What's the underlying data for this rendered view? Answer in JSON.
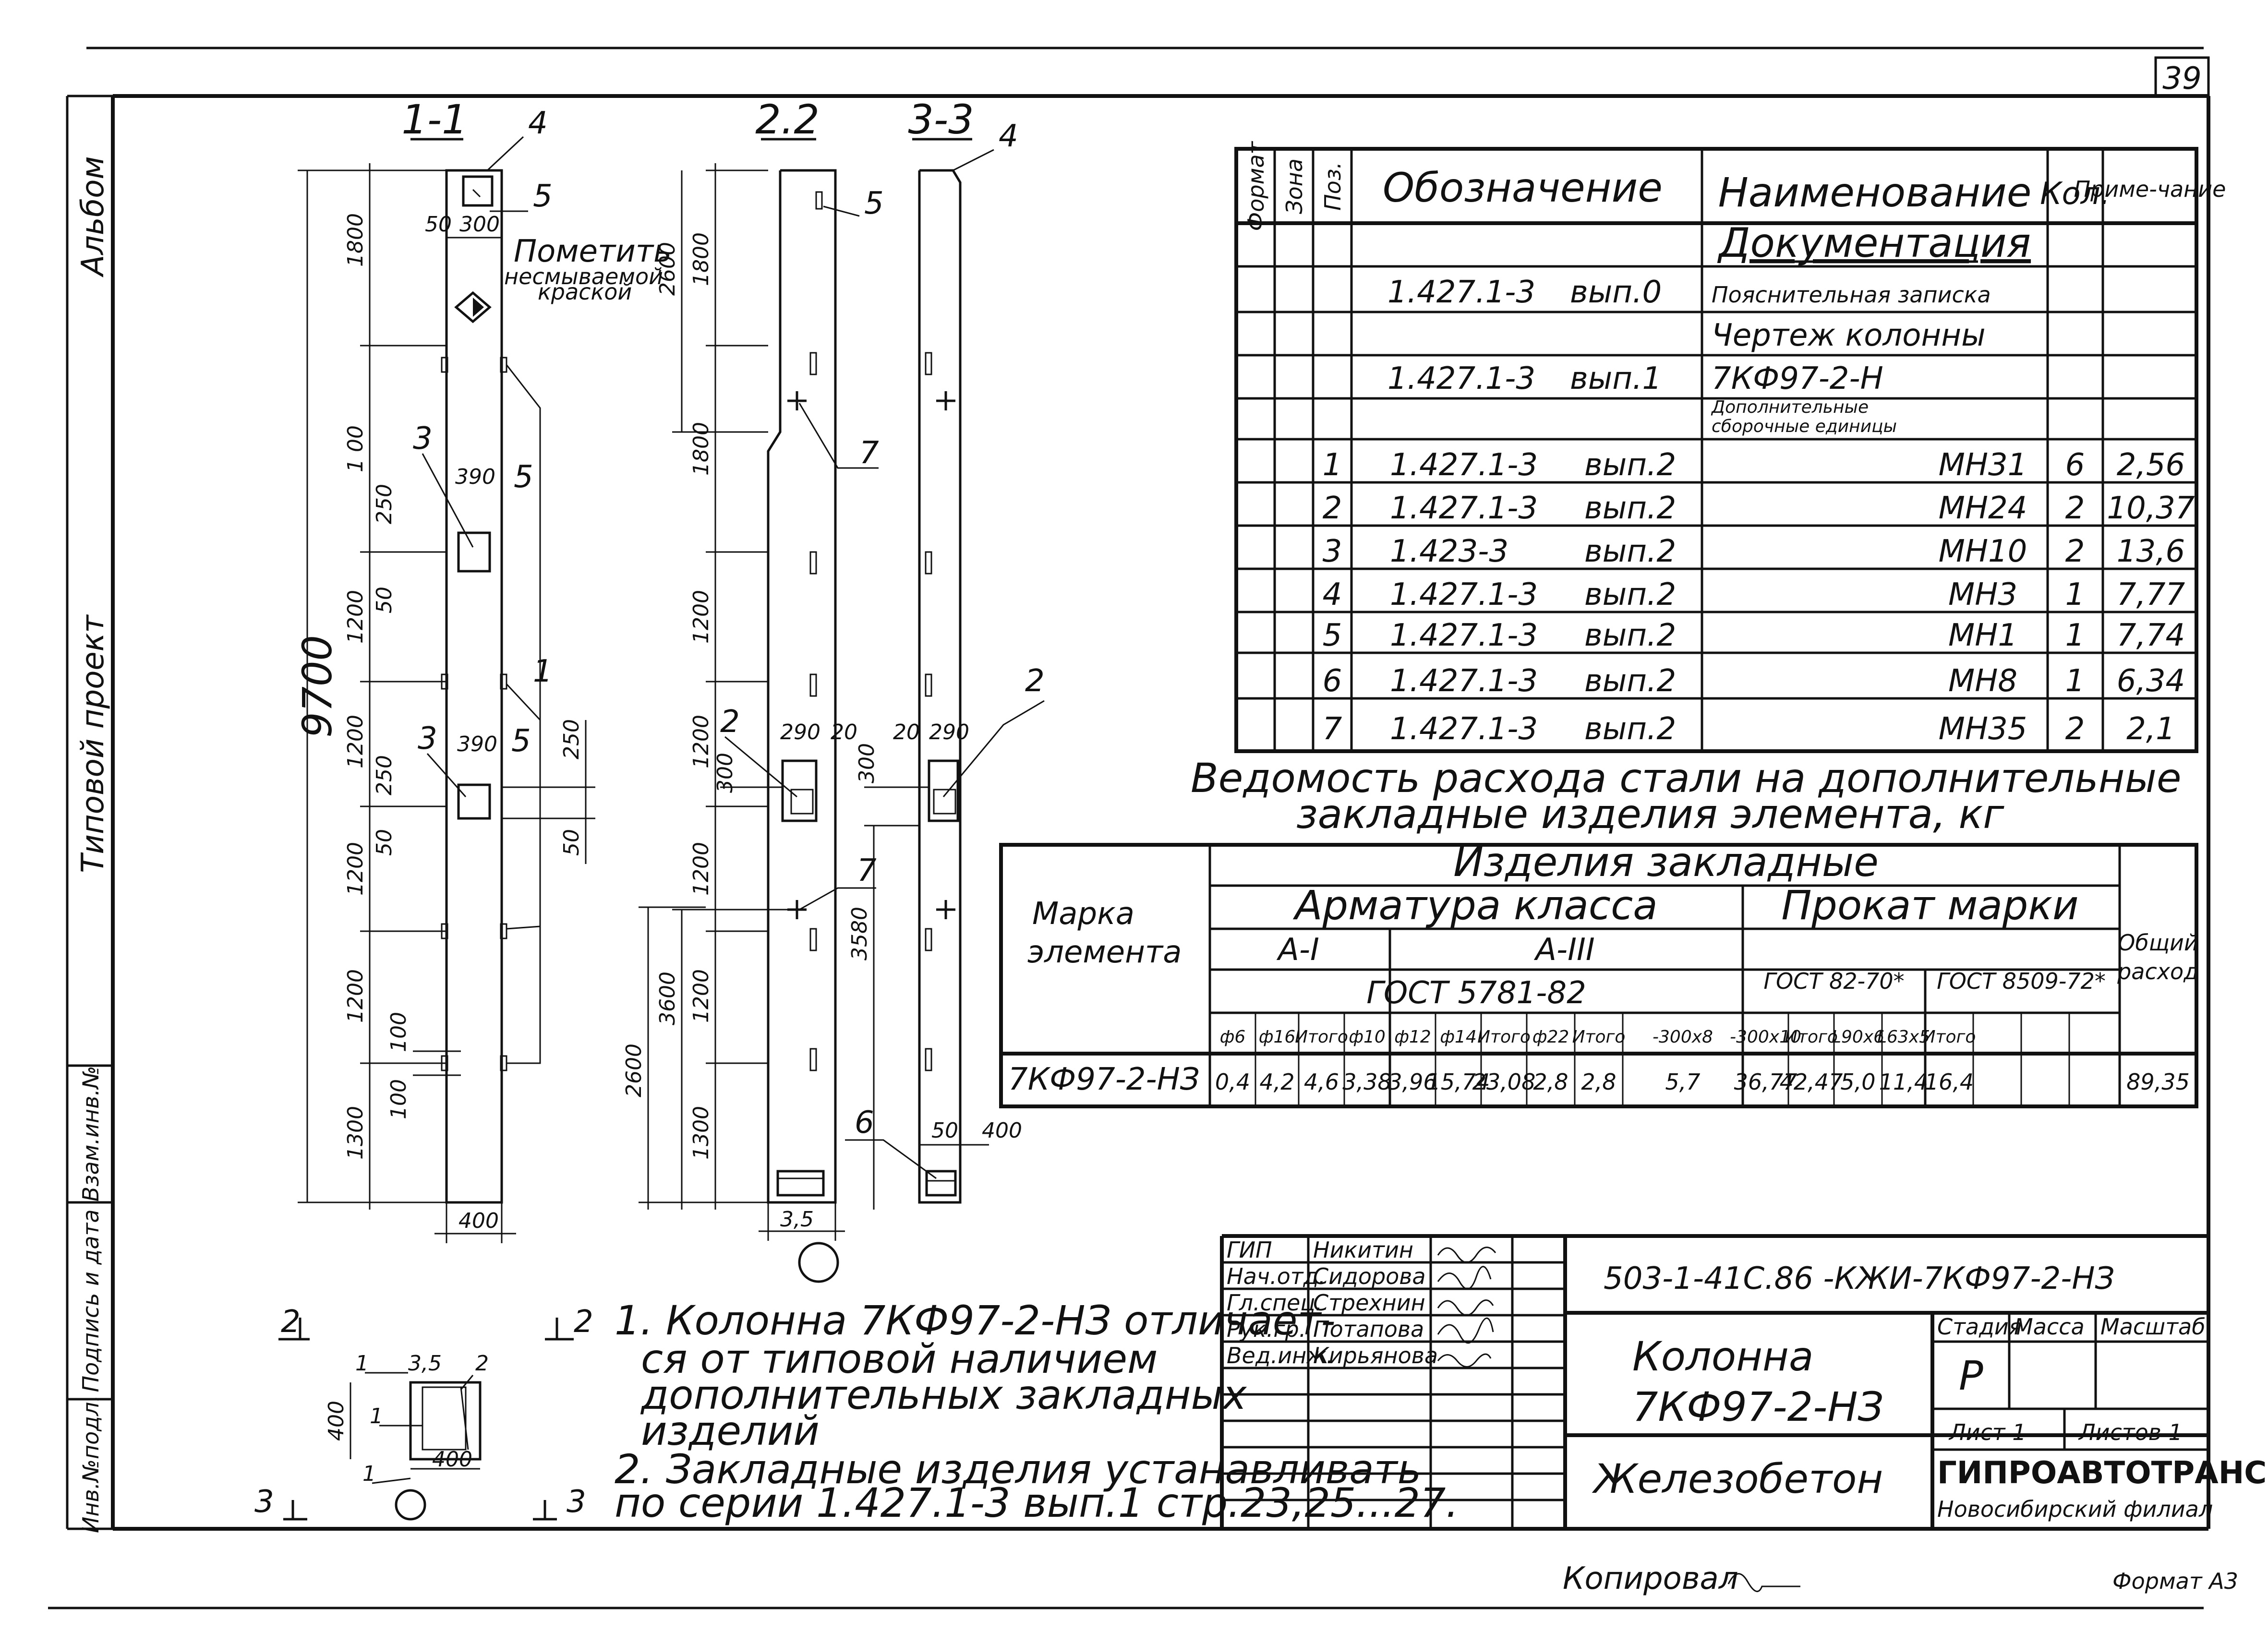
{
  "sheet_number": "39",
  "side_labels": {
    "album": "Альбом",
    "project": "Типовой проект",
    "inv_podl": "Инв.№подл.",
    "podpis_data": "Подпись и дата",
    "vzam_inv": "Взам.инв.№"
  },
  "drawing": {
    "sections": [
      "1-1",
      "2.2",
      "3-3"
    ],
    "note_mark": "Пометить несмываемой краской",
    "total_height": "9700",
    "dims_11": [
      "1800",
      "1 00",
      "1200",
      "1200",
      "1200",
      "1200",
      "1300"
    ],
    "dims_22a": [
      "2600",
      "1800",
      "1200",
      "1200",
      "1200",
      "1200",
      "1300"
    ],
    "dims_22b": [
      "3580",
      "3600",
      "2600"
    ],
    "small_dims": [
      "50",
      "300",
      "390",
      "250",
      "50",
      "250",
      "390",
      "50",
      "250",
      "50",
      "100",
      "100",
      "290",
      "20",
      "300",
      "20",
      "290",
      "300",
      "50",
      "400",
      "400",
      "400",
      "3,5",
      "400"
    ],
    "pos_markers": [
      "4",
      "5",
      "3",
      "5",
      "3",
      "5",
      "1",
      "5",
      "7",
      "2",
      "2",
      "7",
      "6",
      "4",
      "1",
      "2",
      "1",
      "1"
    ],
    "section_arrows": [
      "2",
      "2",
      "3",
      "3"
    ]
  },
  "spec_table": {
    "headers": [
      "Формат",
      "Зона",
      "Поз.",
      "Обозначение",
      "Наименование",
      "Кол.",
      "Приме-чание"
    ],
    "section_title": "Документация",
    "doc_rows": [
      {
        "code": "1.427.1-3",
        "issue": "вып.0",
        "name": "Пояснительная записка"
      },
      {
        "code": "",
        "issue": "",
        "name": "Чертеж колонны"
      },
      {
        "code": "1.427.1-3",
        "issue": "вып.1",
        "name": "7КФ97-2-Н"
      }
    ],
    "subsection_title": "Дополнительные сборочные единицы",
    "rows": [
      {
        "pos": "1",
        "code": "1.427.1-3",
        "issue": "вып.2",
        "name": "МН31",
        "qty": "6",
        "note": "2,56"
      },
      {
        "pos": "2",
        "code": "1.427.1-3",
        "issue": "вып.2",
        "name": "МН24",
        "qty": "2",
        "note": "10,37"
      },
      {
        "pos": "3",
        "code": "1.423-3",
        "issue": "вып.2",
        "name": "МН10",
        "qty": "2",
        "note": "13,6"
      },
      {
        "pos": "4",
        "code": "1.427.1-3",
        "issue": "вып.2",
        "name": "МН3",
        "qty": "1",
        "note": "7,77"
      },
      {
        "pos": "5",
        "code": "1.427.1-3",
        "issue": "вып.2",
        "name": "МН1",
        "qty": "1",
        "note": "7,74"
      },
      {
        "pos": "6",
        "code": "1.427.1-3",
        "issue": "вып.2",
        "name": "МН8",
        "qty": "1",
        "note": "6,34"
      },
      {
        "pos": "7",
        "code": "1.427.1-3",
        "issue": "вып.2",
        "name": "МН35",
        "qty": "2",
        "note": "2,1"
      }
    ]
  },
  "steel_caption": [
    "Ведомость расхода стали на дополнительные",
    "закладные изделия элемента, кг"
  ],
  "steel_table": {
    "col_mark": "Марка элемента",
    "group": "Изделия закладные",
    "armatura": "Арматура класса",
    "prokat": "Прокат марки",
    "total": "Общий расход",
    "ai": "А-I",
    "aiii": "А-III",
    "gost1": "ГОСТ 5781-82",
    "gost2": "ГОСТ 82-70*",
    "gost3": "ГОСТ 8509-72*",
    "cols": [
      "ф6",
      "ф16",
      "Итого",
      "ф10",
      "ф12",
      "ф14",
      "Итого",
      "ф22",
      "Итого",
      "-300х8",
      "-300х10",
      "Итого",
      "L90х6",
      "L63х5",
      "Итого"
    ],
    "row_mark": "7КФ97-2-НЗ",
    "values": [
      "0,4",
      "4,2",
      "4,6",
      "3,38",
      "3,96",
      "15,74",
      "23,08",
      "2,8",
      "2,8",
      "5,7",
      "36,77",
      "42,47",
      "5,0",
      "11,4",
      "16,4",
      "89,35"
    ]
  },
  "notes": [
    "1. Колонна 7КФ97-2-НЗ отличает-",
    "ся от типовой наличием",
    "дополнительных закладных",
    "изделий",
    "2. Закладные изделия устанавливать",
    "по серии 1.427.1-3 вып.1 стр.23,25...27."
  ],
  "title_block": {
    "roles": [
      "ГИП",
      "Нач.отд.",
      "Гл.спец.",
      "Рук.гр.",
      "Вед.инж."
    ],
    "names": [
      "Никитин",
      "Сидорова",
      "Стрехнин",
      "Потапова",
      "Кирьянова"
    ],
    "doc_code": "503-1-41С.86 -КЖИ-7КФ97-2-НЗ",
    "title_1": "Колонна",
    "title_2": "7КФ97-2-НЗ",
    "material": "Железобетон",
    "stage_h": "Стадия",
    "mass_h": "Масса",
    "scale_h": "Масштаб",
    "stage": "Р",
    "sheet": "Лист 1",
    "sheets": "Листов 1",
    "org": "ГИПРОАВТОТРАНС",
    "branch": "Новосибирский филиал"
  },
  "copied": "Копировал",
  "format": "Формат А3"
}
